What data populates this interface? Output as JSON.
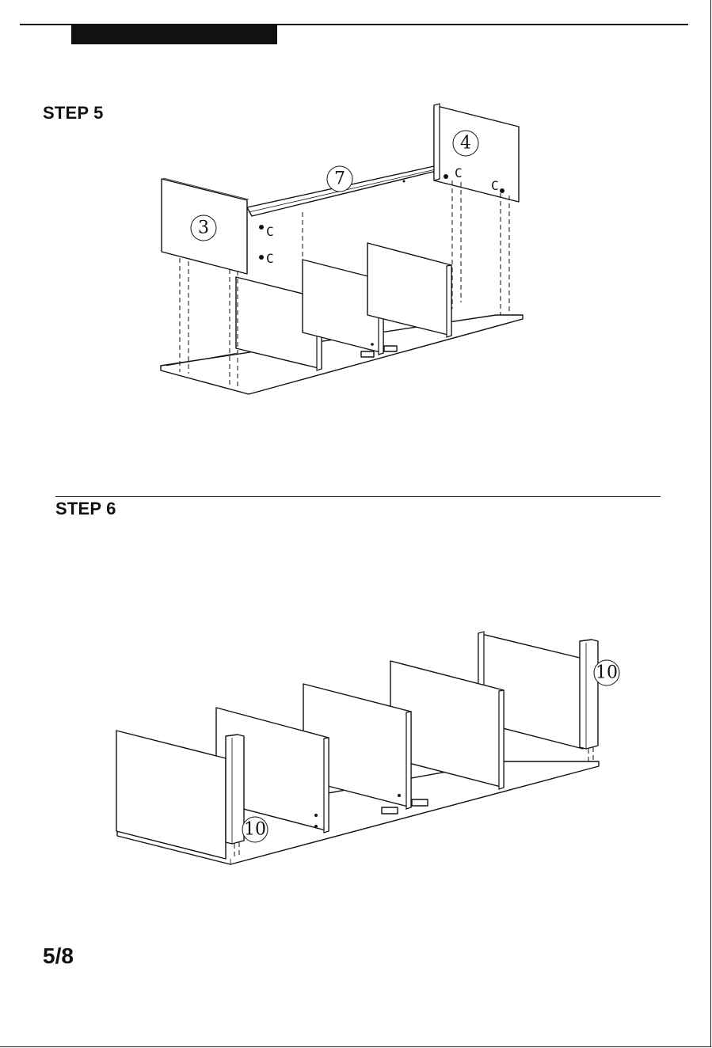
{
  "steps": [
    {
      "title": "STEP 5",
      "callouts": [
        "3",
        "4",
        "7"
      ],
      "hardware_label": "C"
    },
    {
      "title": "STEP 6",
      "callouts": [
        "10",
        "10"
      ]
    }
  ],
  "page_number": "5/8"
}
